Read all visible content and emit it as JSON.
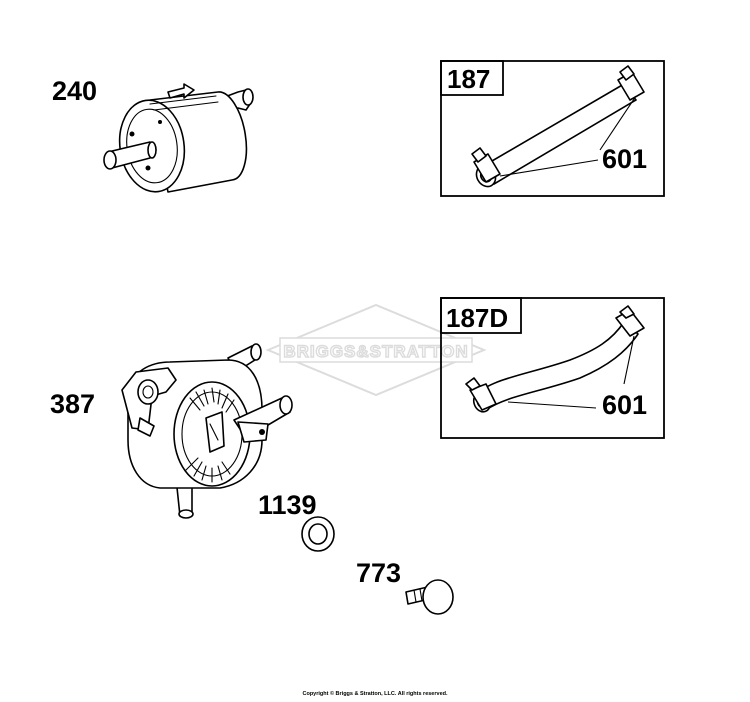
{
  "callouts": {
    "fuel_filter": "240",
    "fuel_pump": "387",
    "seal": "1139",
    "plug": "773",
    "clamp_upper": "601",
    "clamp_lower": "601"
  },
  "boxes": {
    "hose_straight": "187",
    "hose_curved": "187D"
  },
  "watermark": {
    "brand": "BRIGGS&STRATTON"
  },
  "footer": {
    "copyright": "Copyright © Briggs & Stratton, LLC. All rights reserved."
  },
  "colors": {
    "line": "#000000",
    "watermark": "#dcdcdc",
    "background": "#ffffff"
  }
}
